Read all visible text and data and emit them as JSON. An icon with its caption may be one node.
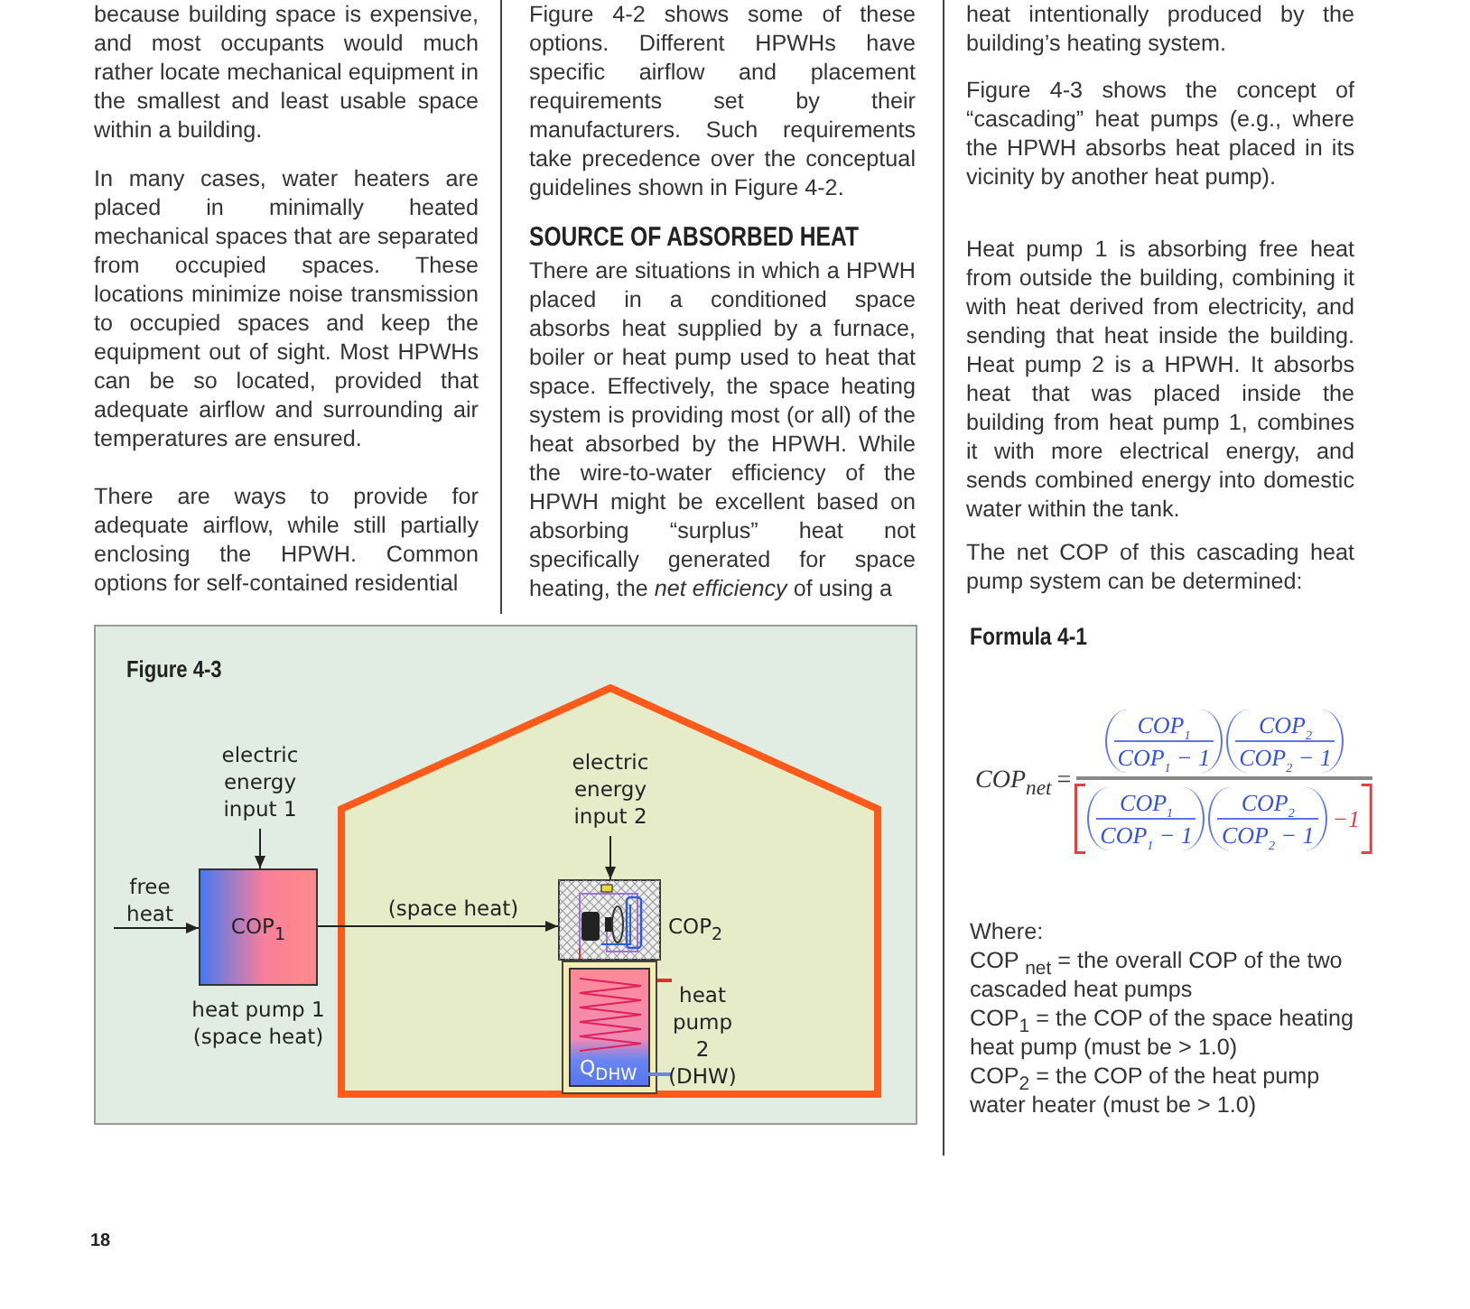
{
  "diagram": {
    "nodes": [
      {
        "text": [
          "Figure 4-3"
        ]
      },
      {
        "text": [
          "free heat"
        ],
        "in": 0
      },
      {
        "text": [
          "electric energy input 1"
        ],
        "in": 0
      },
      {
        "text": [
          "COP$_{1}$"
        ],
        "beside": [
          "heat pump 1 (space heat)"
        ],
        "in": 0
      },
      {
        "text": [],
        "shape": "house",
        "in": 0
      },
      {
        "text": [
          "electric energy input 2"
        ],
        "in": 4
      },
      {
        "text": [],
        "shape": "picture",
        "beside": [
          "COP$_{2}$"
        ],
        "in": 4
      },
      {
        "text": [
          "Q$_{DHW}$"
        ],
        "beside": [
          "heat pump 2 (DHW)"
        ],
        "in": 4
      }
    ],
    "edges": [
      {
        "from": 1,
        "to": 3,
        "arrow": "to"
      },
      {
        "from": 2,
        "to": 3,
        "arrow": "to"
      },
      {
        "from": 3,
        "to": 6,
        "arrow": "to",
        "label": "(space heat)"
      },
      {
        "from": 5,
        "to": 6,
        "arrow": "to"
      }
    ],
    "labels": [
      "because building space is expensive, and most occupants would much rather locate mechanical equipment in the smallest and least usable space within a building.",
      "In many cases, water heaters are placed in minimally heated mechanical spaces that are separated from occupied spaces. These locations minimize noise transmission to occupied spaces and keep the equipment out of sight. Most HPWHs can be so located, provided that adequate airflow and surrounding air temperatures are ensured.",
      "There are ways to provide for adequate airflow, while still partially enclosing the HPWH. Common options for self-contained residential",
      "Figure 4-2 shows some of these options. Different HPWHs have specific airflow and placement requirements set by their manufacturers. Such requirements take precedence over the conceptual guidelines shown in Figure 4-2.",
      "SOURCE OF ABSORBED HEAT",
      "There are situations in which a HPWH placed in a conditioned space absorbs heat supplied by a furnace, boiler or heat pump used to heat that space. Effectively, the space heating system is providing most (or all) of the heat absorbed by the HPWH. While the wire-to-water efficiency of the HPWH might be excellent based on absorbing “surplus” heat not specifically generated for space heating, the *net efficiency* of using a",
      "heat intentionally produced by the building’s heating system.",
      "Figure 4-3 shows the concept of “cascading” heat pumps (e.g., where the HPWH absorbs heat placed in its vicinity by another heat pump).",
      "Heat pump 1 is absorbing free heat from outside the building, combining it with heat derived from electricity, and sending that heat inside the building. Heat pump 2 is a HPWH. It absorbs heat that was placed inside the building from heat pump 1, combines it with more electrical energy, and sends combined energy into domestic water within the tank.",
      "The net COP of this cascading heat pump system can be determined:",
      "Formula 4-1",
      "COP$_{net}$",
      "=",
      "COP$_{1}$",
      "COP$_{1}$ − 1",
      "COP$_{2}$",
      "COP$_{2}$ − 1",
      "COP$_{1}$",
      "COP$_{1}$ − 1",
      "COP$_{2}$",
      "COP$_{2}$ − 1",
      "−1",
      "Where:",
      "COP $_{net}$ = the overall COP of the two cascaded heat pumps",
      "COP$_{1}$ = the COP of the space heating heat pump (must be > 1.0)",
      "COP$_{2}$ = the COP of the heat pump water heater (must be > 1.0)",
      "18"
    ]
  }
}
